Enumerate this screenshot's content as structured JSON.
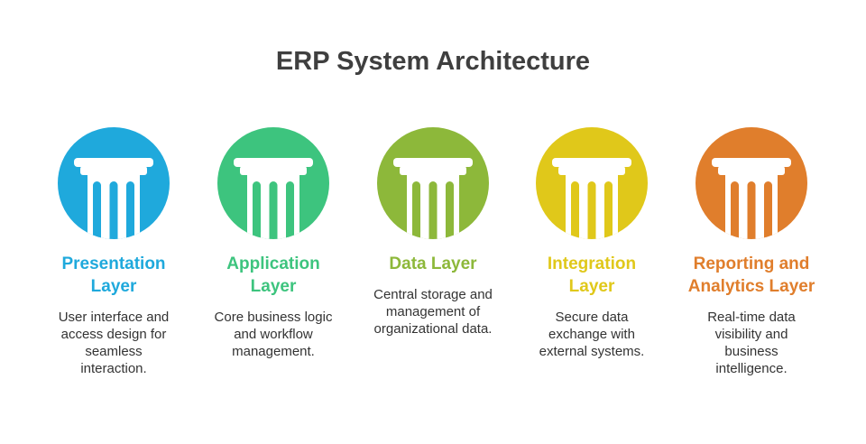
{
  "title": "ERP System Architecture",
  "layers": [
    {
      "heading": [
        "Presentation",
        "Layer"
      ],
      "description": [
        "User interface and",
        "access design for",
        "seamless",
        "interaction."
      ],
      "color": "#1FA9DC",
      "icon": "pillar-icon"
    },
    {
      "heading": [
        "Application",
        "Layer"
      ],
      "description": [
        "Core business logic",
        "and workflow",
        "management."
      ],
      "color": "#3DC47E",
      "icon": "pillar-icon"
    },
    {
      "heading": [
        "Data Layer"
      ],
      "description": [
        "Central storage and",
        "management of",
        "organizational data."
      ],
      "color": "#8DB83A",
      "icon": "pillar-icon"
    },
    {
      "heading": [
        "Integration",
        "Layer"
      ],
      "description": [
        "Secure data",
        "exchange with",
        "external systems."
      ],
      "color": "#E0C81A",
      "icon": "pillar-icon"
    },
    {
      "heading": [
        "Reporting and",
        "Analytics Layer"
      ],
      "description": [
        "Real-time data",
        "visibility and",
        "business",
        "intelligence."
      ],
      "color": "#E07E2C",
      "icon": "pillar-icon"
    }
  ]
}
